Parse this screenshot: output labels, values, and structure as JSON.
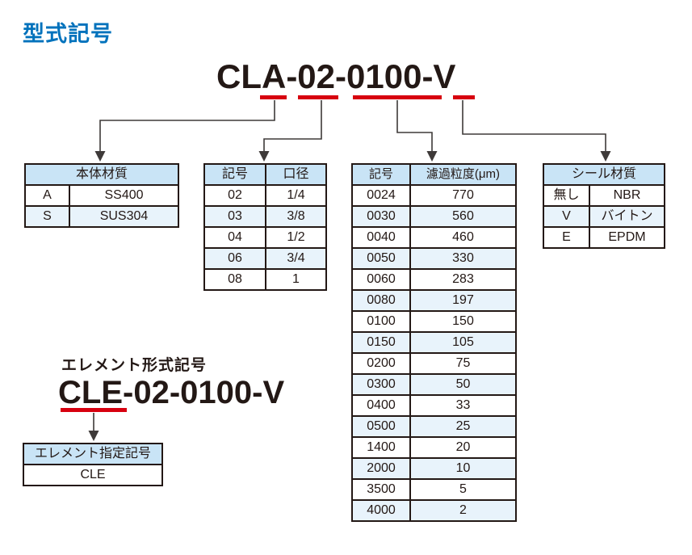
{
  "header": {
    "title": "型式記号"
  },
  "model_code": {
    "text": "CLA-02-0100-V"
  },
  "element_section": {
    "label": "エレメント形式記号",
    "code": "CLE-02-0100-V"
  },
  "tables": {
    "body_material": {
      "header": "本体材質",
      "rows": [
        [
          "A",
          "SS400"
        ],
        [
          "S",
          "SUS304"
        ]
      ]
    },
    "bore": {
      "headers": [
        "記号",
        "口径"
      ],
      "rows": [
        [
          "02",
          "1/4"
        ],
        [
          "03",
          "3/8"
        ],
        [
          "04",
          "1/2"
        ],
        [
          "06",
          "3/4"
        ],
        [
          "08",
          "1"
        ]
      ]
    },
    "filtration": {
      "headers": [
        "記号",
        "濾過粒度(μm)"
      ],
      "rows": [
        [
          "0024",
          "770"
        ],
        [
          "0030",
          "560"
        ],
        [
          "0040",
          "460"
        ],
        [
          "0050",
          "330"
        ],
        [
          "0060",
          "283"
        ],
        [
          "0080",
          "197"
        ],
        [
          "0100",
          "150"
        ],
        [
          "0150",
          "105"
        ],
        [
          "0200",
          "75"
        ],
        [
          "0300",
          "50"
        ],
        [
          "0400",
          "33"
        ],
        [
          "0500",
          "25"
        ],
        [
          "1400",
          "20"
        ],
        [
          "2000",
          "10"
        ],
        [
          "3500",
          "5"
        ],
        [
          "4000",
          "2"
        ]
      ]
    },
    "seal_material": {
      "header": "シール材質",
      "rows": [
        [
          "無し",
          "NBR"
        ],
        [
          "V",
          "バイトン"
        ],
        [
          "E",
          "EPDM"
        ]
      ]
    },
    "element_code": {
      "header": "エレメント指定記号",
      "rows": [
        [
          "CLE"
        ]
      ]
    }
  },
  "colors": {
    "title_blue": "#0072bc",
    "underline_red": "#d7000f",
    "table_header_bg": "#c9e4f6",
    "table_alt_row_bg": "#e8f3fb",
    "line_color": "#3e3a39",
    "text_color": "#231815"
  }
}
